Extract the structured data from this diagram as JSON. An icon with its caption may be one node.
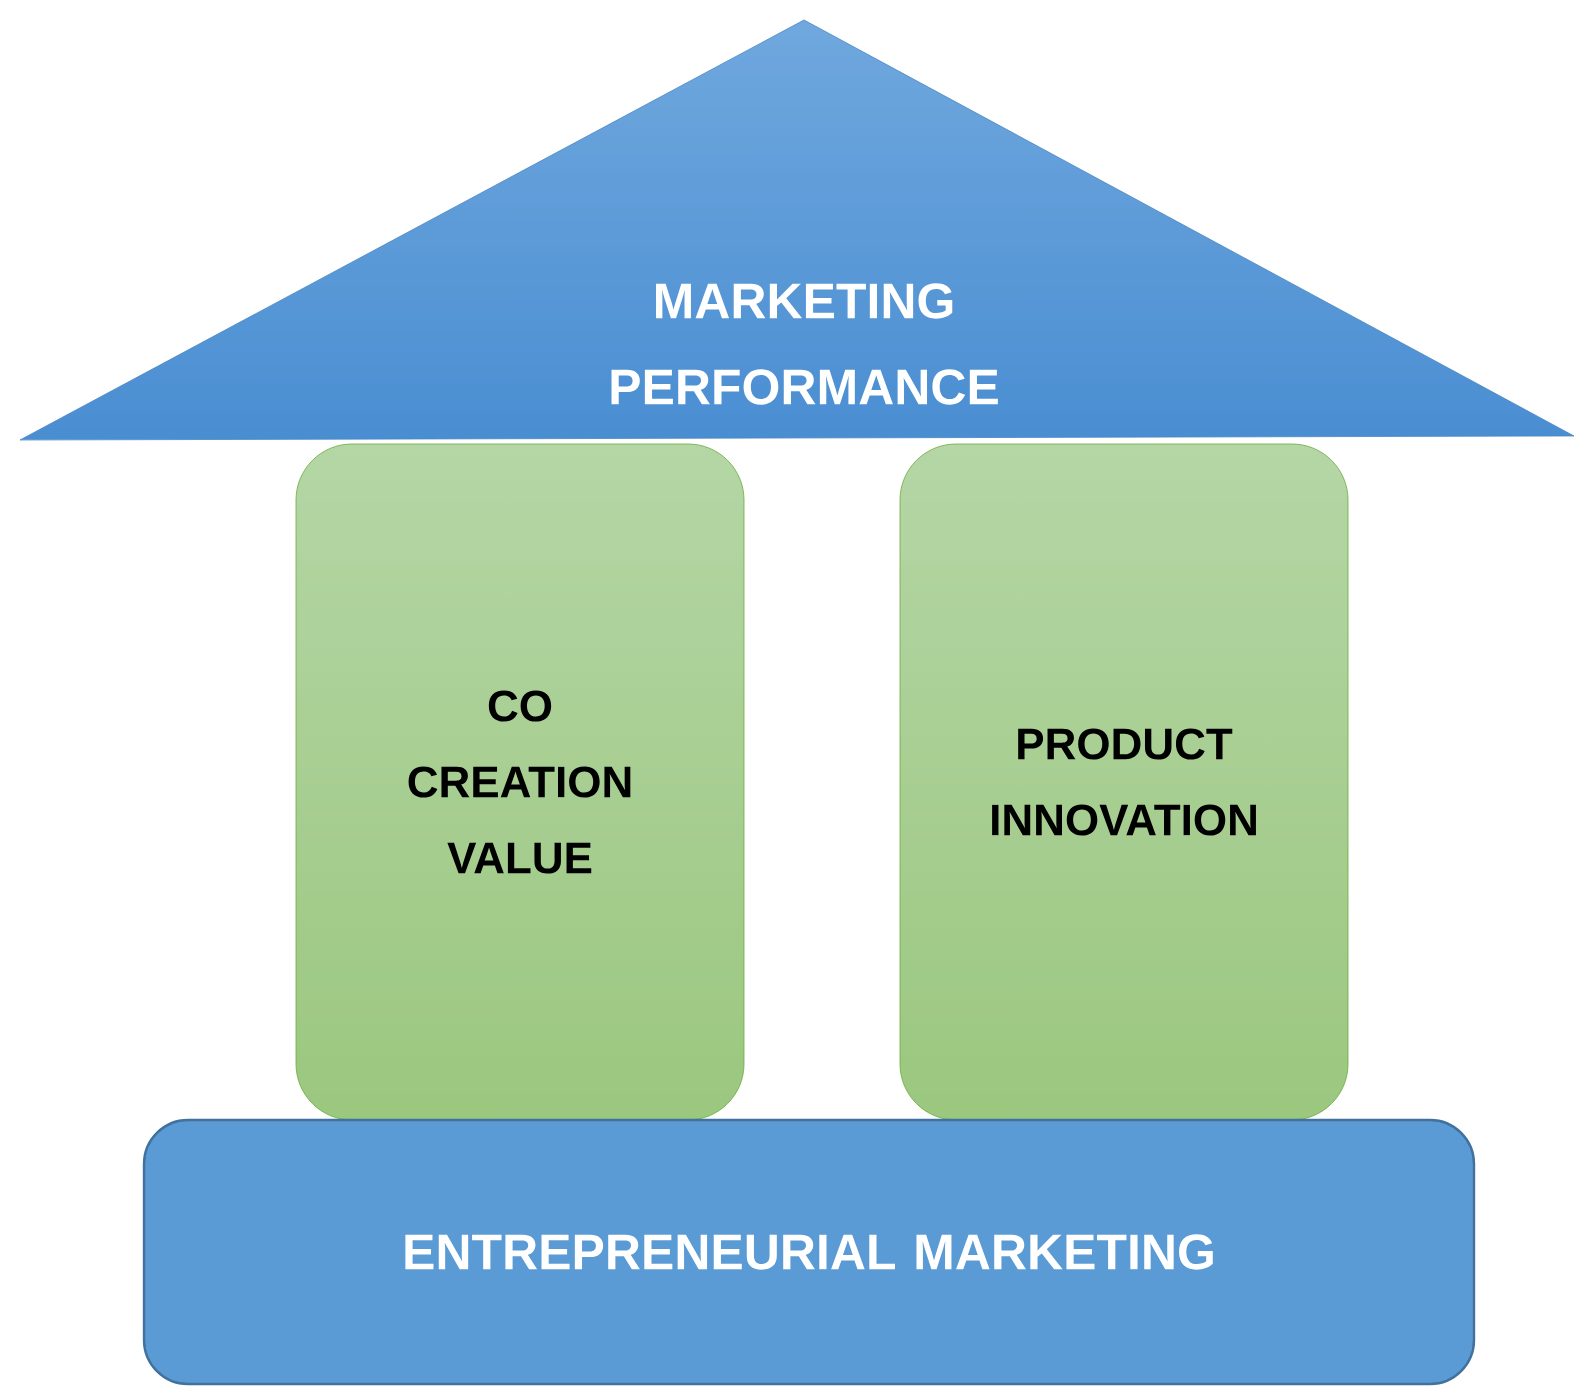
{
  "diagram": {
    "nodes": [
      {
        "text": [
          "MARKETING PERFORMANCE"
        ]
      },
      {
        "text": [
          "CO CREATION VALUE"
        ]
      },
      {
        "text": [
          "PRODUCT INNOVATION"
        ]
      },
      {
        "text": [
          "ENTREPRENEURIAL MARKETING"
        ]
      }
    ]
  }
}
